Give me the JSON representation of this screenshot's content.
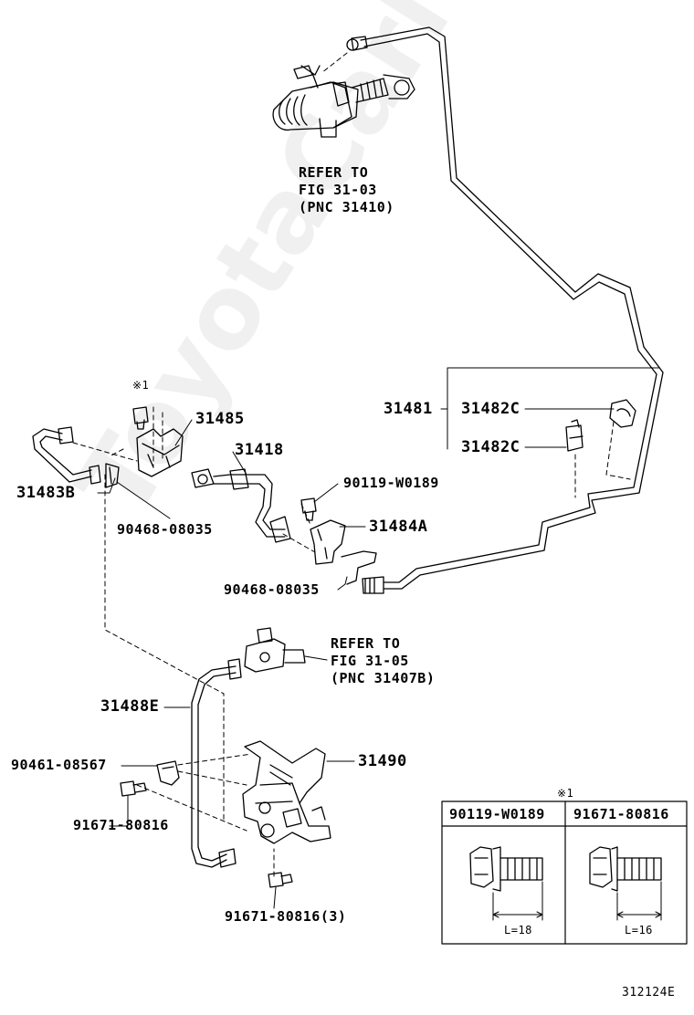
{
  "watermark": "ToyotaCarMine.ru",
  "refer_blocks": [
    {
      "line1": "REFER TO",
      "line2": "FIG 31-03",
      "line3": "(PNC 31410)"
    },
    {
      "line1": "REFER TO",
      "line2": "FIG 31-05",
      "line3": "(PNC 31407B)"
    }
  ],
  "labels": {
    "p31485": "31485",
    "p31418": "31418",
    "p31481": "31481",
    "p31482c_a": "31482C",
    "p31482c_b": "31482C",
    "p31483b": "31483B",
    "p90119": "90119-W0189",
    "p31484a": "31484A",
    "p90468_a": "90468-08035",
    "p90468_b": "90468-08035",
    "p31488e": "31488E",
    "p90461": "90461-08567",
    "p31490": "31490",
    "p91671_a": "91671-80816",
    "p91671_3": "91671-80816(3)",
    "note_mark": "※1"
  },
  "table": {
    "mark": "※1",
    "headers": [
      "90119-W0189",
      "91671-80816"
    ],
    "lengths": [
      "L=18",
      "L=16"
    ]
  },
  "figure_id": "312124E"
}
